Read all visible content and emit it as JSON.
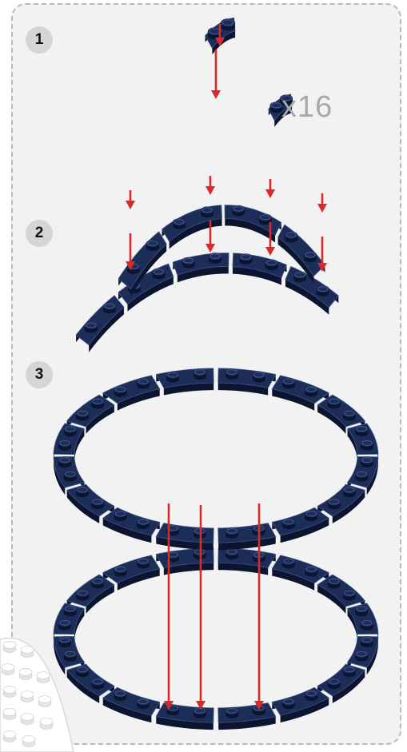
{
  "steps": [
    {
      "number": "1"
    },
    {
      "number": "2"
    },
    {
      "number": "3"
    }
  ],
  "quantity_label": "x16",
  "colors": {
    "brick": "#1c2d58",
    "brick_light": "#3d5488",
    "brick_edge": "#0c1530",
    "arrow": "#d92a2a",
    "panel_bg": "#f2f2f2",
    "panel_border": "#b9b9b9",
    "badge_bg": "#d5d5d5",
    "quantity_text": "#a9a9a9",
    "baseplate": "#ffffff"
  },
  "icons": {
    "part_icon": "curved-plate-with-studs",
    "arrow_icon": "down-arrow",
    "ring_icon": "brick-ring",
    "baseplate_icon": "white-baseplate-corner"
  }
}
